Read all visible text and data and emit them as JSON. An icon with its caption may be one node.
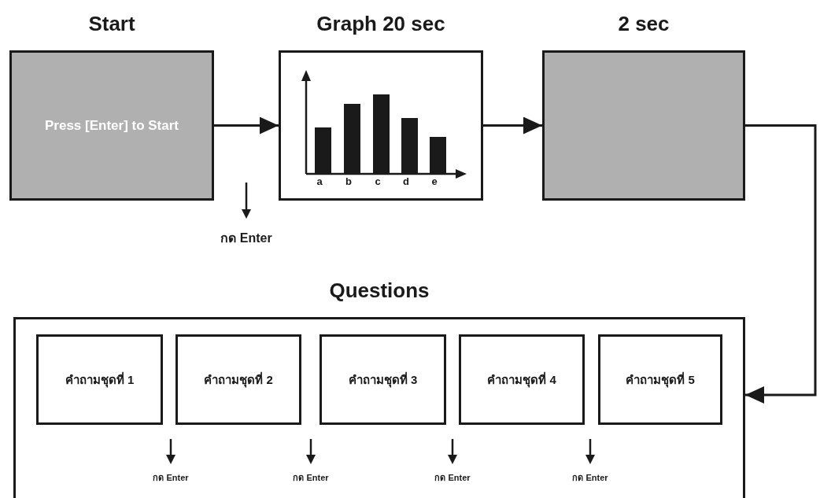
{
  "diagram": {
    "nodes": [
      {
        "text": [
          "Start",
          "Press [Enter] to Start"
        ]
      },
      {
        "text": [
          "Graph 20 sec"
        ]
      },
      {
        "text": [
          "2 sec"
        ]
      },
      {
        "text": [
          "Questions"
        ]
      },
      {
        "text": [
          "คำถามชุดที่ 1"
        ],
        "in": 3
      },
      {
        "text": [
          "คำถามชุดที่ 2"
        ],
        "in": 3
      },
      {
        "text": [
          "คำถามชุดที่ 3"
        ],
        "in": 3
      },
      {
        "text": [
          "คำถามชุดที่ 4"
        ],
        "in": 3
      },
      {
        "text": [
          "คำถามชุดที่ 5"
        ],
        "in": 3
      }
    ],
    "edges": [
      {
        "from": 0,
        "to": 1,
        "arrow": "to"
      },
      {
        "from": 1,
        "to": 2,
        "arrow": "to"
      },
      {
        "from": 2,
        "to": 3,
        "arrow": "to"
      }
    ],
    "labels": [
      "a",
      "b",
      "c",
      "d",
      "e",
      "กด Enter",
      "กด Enter",
      "กด Enter",
      "กด Enter",
      "กด Enter"
    ]
  }
}
